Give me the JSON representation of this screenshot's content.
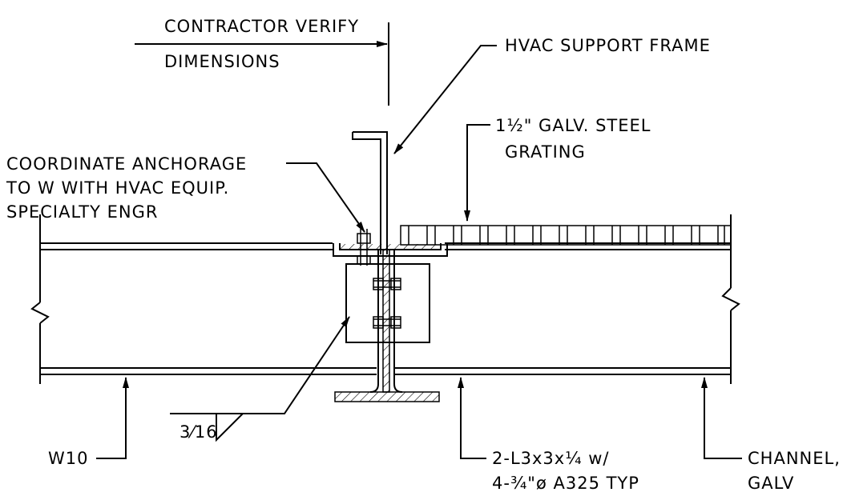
{
  "labels": {
    "contractor_line1": "CONTRACTOR VERIFY",
    "contractor_line2": "DIMENSIONS",
    "hvac_frame": "HVAC SUPPORT FRAME",
    "grating_line1": "1½\" GALV. STEEL",
    "grating_line2": "GRATING",
    "anchor_line1": "COORDINATE ANCHORAGE",
    "anchor_line2": "TO W WITH HVAC EQUIP.",
    "anchor_line3": "SPECIALTY ENGR",
    "weld_size": "3⁄16",
    "w10": "W10",
    "angle_line1": "2-L3x3x¼ w/",
    "angle_line2": "4-¾\"ø A325 TYP",
    "channel_line1": "CHANNEL,",
    "channel_line2": "GALV"
  }
}
